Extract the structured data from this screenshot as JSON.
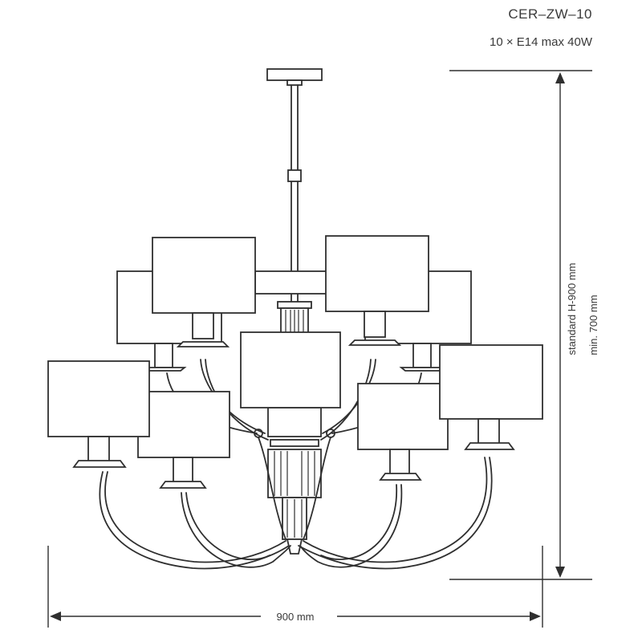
{
  "product": {
    "model": "CER–ZW–10",
    "bulbs": "10 × E14 max 40W"
  },
  "dimensions": {
    "width_label": "900 mm",
    "height_standard_label": "standard H-900 mm",
    "height_min_label": "min. 700 mm"
  }
}
